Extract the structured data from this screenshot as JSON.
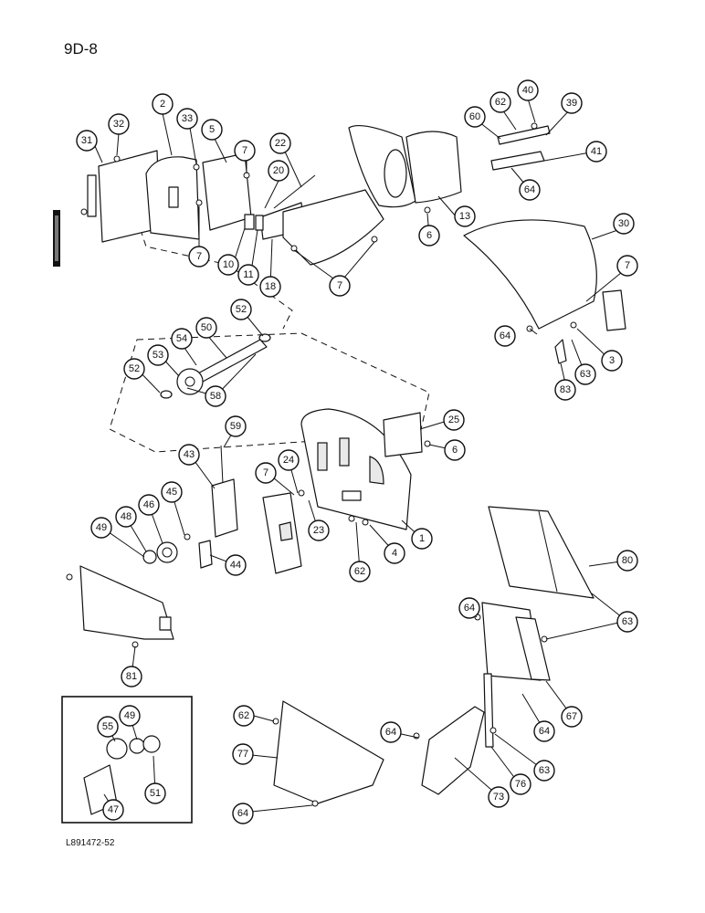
{
  "page_code": "9D-8",
  "drawing_id": "L891472-52",
  "callouts": [
    {
      "id": "31",
      "label": "31"
    },
    {
      "id": "32",
      "label": "32"
    },
    {
      "id": "2",
      "label": "2"
    },
    {
      "id": "33",
      "label": "33"
    },
    {
      "id": "5",
      "label": "5"
    },
    {
      "id": "7a",
      "label": "7"
    },
    {
      "id": "22",
      "label": "22"
    },
    {
      "id": "20",
      "label": "20"
    },
    {
      "id": "7b",
      "label": "7"
    },
    {
      "id": "10",
      "label": "10"
    },
    {
      "id": "11",
      "label": "11"
    },
    {
      "id": "18",
      "label": "18"
    },
    {
      "id": "7c",
      "label": "7"
    },
    {
      "id": "13",
      "label": "13"
    },
    {
      "id": "6a",
      "label": "6"
    },
    {
      "id": "40",
      "label": "40"
    },
    {
      "id": "62a",
      "label": "62"
    },
    {
      "id": "39",
      "label": "39"
    },
    {
      "id": "60",
      "label": "60"
    },
    {
      "id": "41",
      "label": "41"
    },
    {
      "id": "64a",
      "label": "64"
    },
    {
      "id": "30",
      "label": "30"
    },
    {
      "id": "7d",
      "label": "7"
    },
    {
      "id": "64b",
      "label": "64"
    },
    {
      "id": "3",
      "label": "3"
    },
    {
      "id": "63a",
      "label": "63"
    },
    {
      "id": "83",
      "label": "83"
    },
    {
      "id": "52a",
      "label": "52"
    },
    {
      "id": "50",
      "label": "50"
    },
    {
      "id": "54",
      "label": "54"
    },
    {
      "id": "53",
      "label": "53"
    },
    {
      "id": "52b",
      "label": "52"
    },
    {
      "id": "58",
      "label": "58"
    },
    {
      "id": "25",
      "label": "25"
    },
    {
      "id": "6b",
      "label": "6"
    },
    {
      "id": "59",
      "label": "59"
    },
    {
      "id": "43",
      "label": "43"
    },
    {
      "id": "24",
      "label": "24"
    },
    {
      "id": "7e",
      "label": "7"
    },
    {
      "id": "23",
      "label": "23"
    },
    {
      "id": "1",
      "label": "1"
    },
    {
      "id": "4",
      "label": "4"
    },
    {
      "id": "62b",
      "label": "62"
    },
    {
      "id": "46",
      "label": "46"
    },
    {
      "id": "45",
      "label": "45"
    },
    {
      "id": "48",
      "label": "48"
    },
    {
      "id": "49a",
      "label": "49"
    },
    {
      "id": "44",
      "label": "44"
    },
    {
      "id": "80",
      "label": "80"
    },
    {
      "id": "64c",
      "label": "64"
    },
    {
      "id": "63b",
      "label": "63"
    },
    {
      "id": "81",
      "label": "81"
    },
    {
      "id": "67",
      "label": "67"
    },
    {
      "id": "64d",
      "label": "64"
    },
    {
      "id": "55",
      "label": "55"
    },
    {
      "id": "49b",
      "label": "49"
    },
    {
      "id": "62c",
      "label": "62"
    },
    {
      "id": "77",
      "label": "77"
    },
    {
      "id": "64e",
      "label": "64"
    },
    {
      "id": "63c",
      "label": "63"
    },
    {
      "id": "76",
      "label": "76"
    },
    {
      "id": "73",
      "label": "73"
    },
    {
      "id": "51",
      "label": "51"
    },
    {
      "id": "47",
      "label": "47"
    },
    {
      "id": "64f",
      "label": "64"
    }
  ]
}
